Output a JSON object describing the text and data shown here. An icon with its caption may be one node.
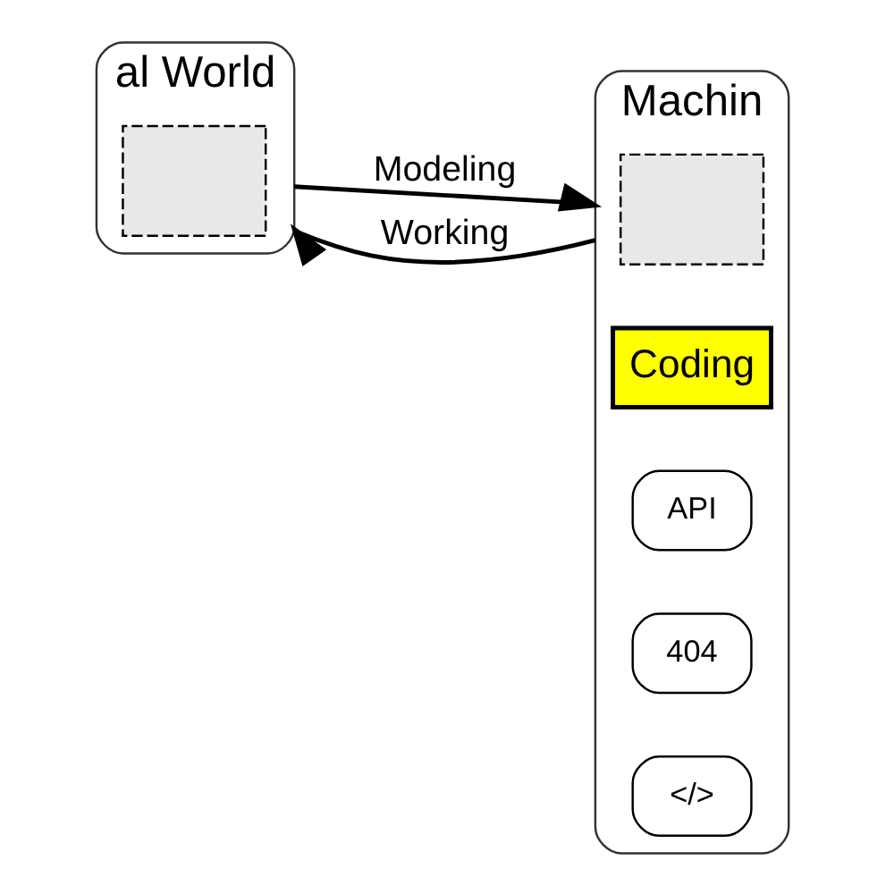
{
  "diagram": {
    "nodes": [
      {
        "text": [
          "al World"
        ]
      },
      {
        "text": [
          "Machin"
        ]
      },
      {
        "text": [],
        "shape": "box",
        "in": 0
      },
      {
        "text": [],
        "shape": "box",
        "in": 1
      },
      {
        "text": [
          "Coding"
        ],
        "in": 1
      },
      {
        "text": [
          "API"
        ],
        "in": 1
      },
      {
        "text": [
          "404"
        ],
        "in": 1
      },
      {
        "text": [
          "</>"
        ],
        "in": 1
      }
    ],
    "edges": [
      {
        "from": 0,
        "to": 1,
        "arrow": "to",
        "label": "Modeling"
      },
      {
        "from": 1,
        "to": 0,
        "arrow": "to",
        "label": "Working"
      }
    ]
  }
}
